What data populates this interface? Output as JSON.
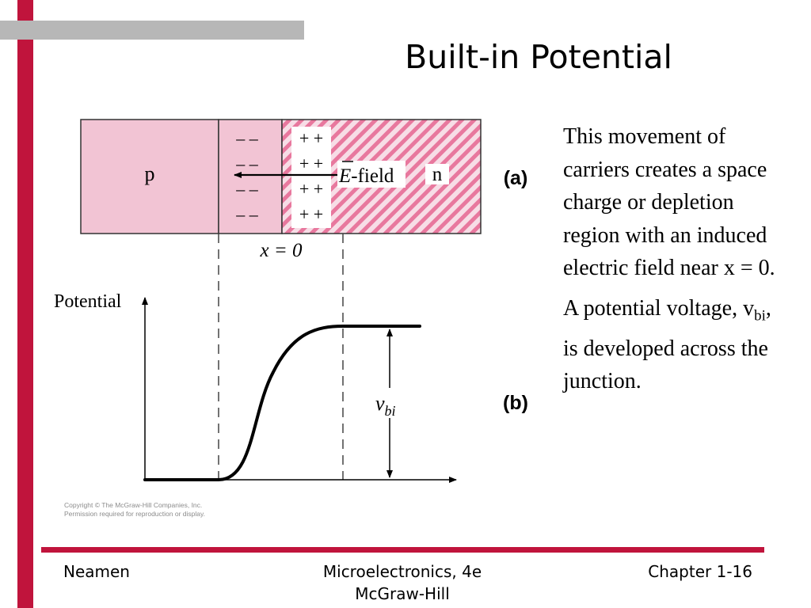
{
  "slide": {
    "title": "Built-in Potential",
    "paragraphs": [
      "This movement of carriers creates a space charge or depletion  region with an induced electric field near x = 0.",
      ""
    ],
    "paragraph2": {
      "text_before": "A potential voltage, v",
      "subscript": "bi",
      "text_after": ", is developed across the junction."
    },
    "copyright_lines": [
      "Copyright © The McGraw-Hill Companies, Inc.",
      "Permission required for reproduction or display."
    ],
    "footer": {
      "left": "Neamen",
      "center_line1": "Microelectronics, 4e",
      "center_line2": "McGraw-Hill",
      "right": "Chapter 1-16"
    },
    "colors": {
      "accent_red": "#c0143c",
      "accent_gray": "#b7b7b7",
      "region_pink": "#f2c4d4",
      "hatch_pink": "#e8789e"
    }
  },
  "diagram": {
    "p_label": "p",
    "n_label": "n",
    "neg_charge": "– –",
    "pos_charge": "+  +",
    "efield_letter": "E",
    "efield_suffix": "-field",
    "x0_label": "x = 0",
    "panel_a_label": "(a)",
    "panel_b_label": "(b)",
    "potential_label": "Potential",
    "vbi_main": "v",
    "vbi_sub": "bi"
  }
}
